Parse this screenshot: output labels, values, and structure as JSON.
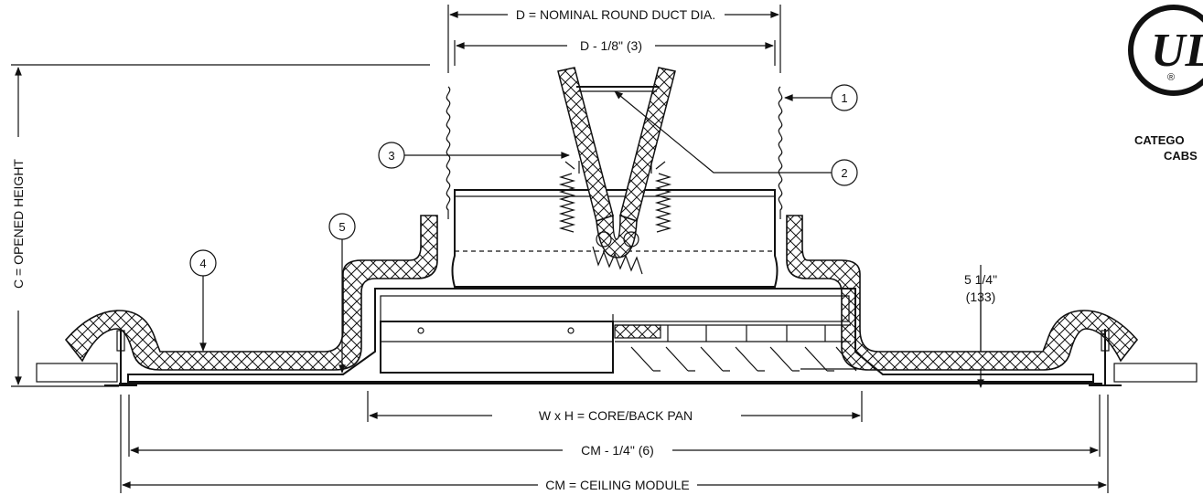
{
  "dimensions": {
    "nominal_duct": "D = NOMINAL ROUND DUCT DIA.",
    "duct_minus": "D - 1/8\" (3)",
    "opened_height": "C = OPENED HEIGHT",
    "height_in": "5 1/4\"",
    "height_mm": "(133)",
    "core_back_pan": "W x H = CORE/BACK PAN",
    "cm_minus": "CM - 1/4\" (6)",
    "ceiling_module": "CM = CEILING MODULE"
  },
  "callouts": [
    "1",
    "2",
    "3",
    "4",
    "5"
  ],
  "logo": {
    "letters": "UL",
    "registered": "®",
    "category_line1": "CATEGO",
    "category_line2": "CABS"
  },
  "colors": {
    "line": "#111111",
    "background": "#ffffff"
  }
}
